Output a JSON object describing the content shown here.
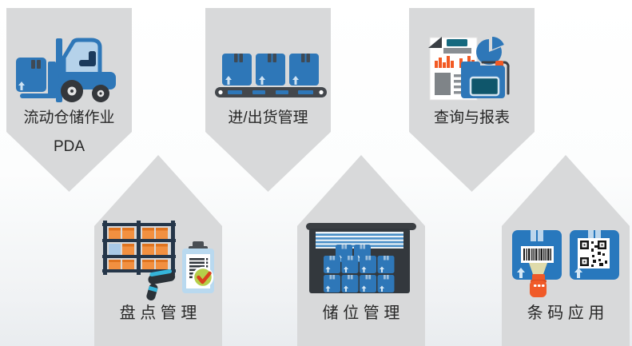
{
  "diagram": {
    "type": "warehouse-management-feature-diagram",
    "sections": [
      {
        "id": "mobile-warehouse-pda",
        "row": "top",
        "icon": "forklift-icon",
        "label": "流动仓储作业",
        "label2": "PDA"
      },
      {
        "id": "inbound-outbound-management",
        "row": "top",
        "icon": "conveyor-boxes-icon",
        "label": "进/出货管理"
      },
      {
        "id": "query-and-reports",
        "row": "top",
        "icon": "charts-report-icon",
        "label": "查询与报表"
      },
      {
        "id": "stocktaking-management",
        "row": "bottom",
        "icon": "rack-scanner-checklist-icon",
        "label": "盘 点 管 理"
      },
      {
        "id": "storage-location-management",
        "row": "bottom",
        "icon": "warehouse-boxes-icon",
        "label": "储 位 管 理"
      },
      {
        "id": "barcode-application",
        "row": "bottom",
        "icon": "barcode-qr-scan-icon",
        "label": "条 码 应 用"
      }
    ],
    "colors": {
      "panel_gray": "#d8d9da",
      "text": "#262626",
      "blue": "#2e77b8",
      "blue_box": "#2878bd",
      "dark_navy_stripe": "#3f4a55",
      "light_blue": "#b5d2ea",
      "belt_gray": "#43474c",
      "orange_red": "#f05a28",
      "chart_orange": "#f25a24",
      "box_orange": "#f29040",
      "rack_navy": "#253649",
      "charcoal": "#33383d",
      "teal_bar": "#15697f",
      "scanner_cyan": "#35b4d9",
      "check_green": "#b5cf4a",
      "check_mark_red": "#d9411e",
      "screen_teal": "#0f566b",
      "door_stripe_blue": "#4a8fc7"
    }
  }
}
